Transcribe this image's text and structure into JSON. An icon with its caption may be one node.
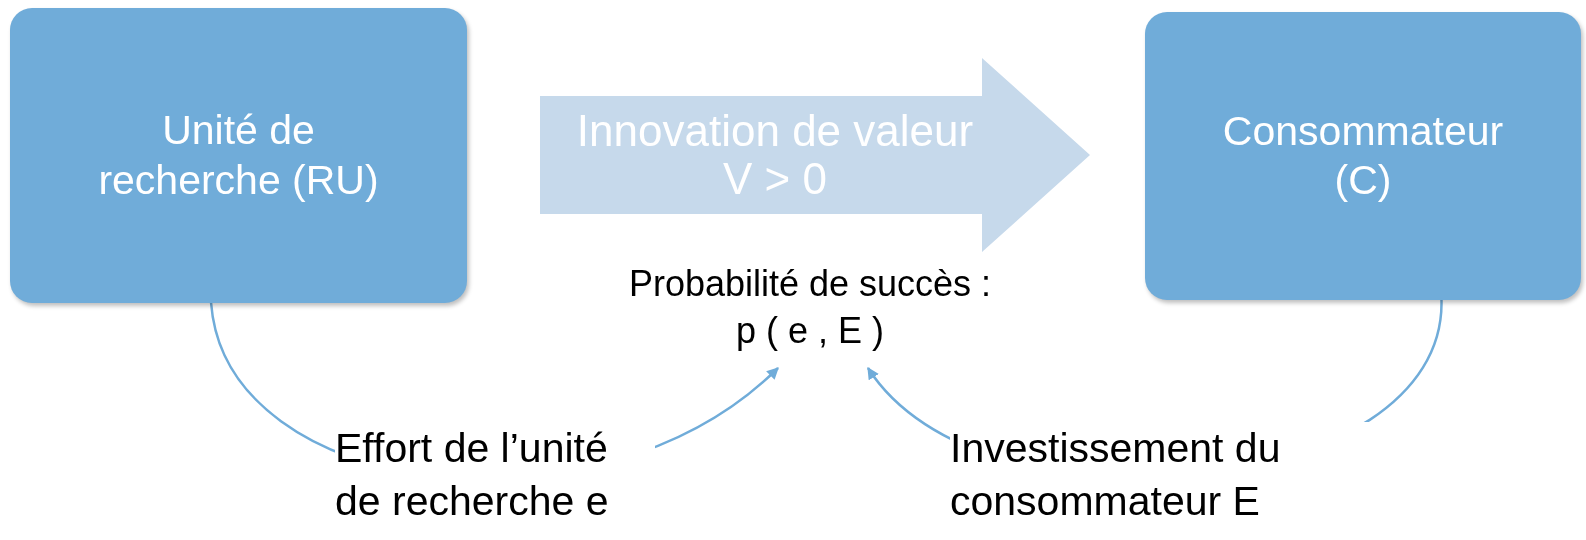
{
  "diagram": {
    "nodes": [
      {
        "text": [
          "Unité de recherche (RU)"
        ]
      },
      {
        "text": [
          "Innovation de valeur V > 0"
        ]
      },
      {
        "text": [
          "Consommateur (C)"
        ]
      },
      {
        "text": [
          "Probabilité de succès : p ( e , E )"
        ]
      }
    ],
    "edges": [
      {
        "from": 0,
        "to": 3,
        "arrow": "to",
        "label": "Effort de l’unité de recherche e"
      },
      {
        "from": 2,
        "to": 3,
        "arrow": "to",
        "label": "Investissement du consommateur E"
      }
    ]
  }
}
